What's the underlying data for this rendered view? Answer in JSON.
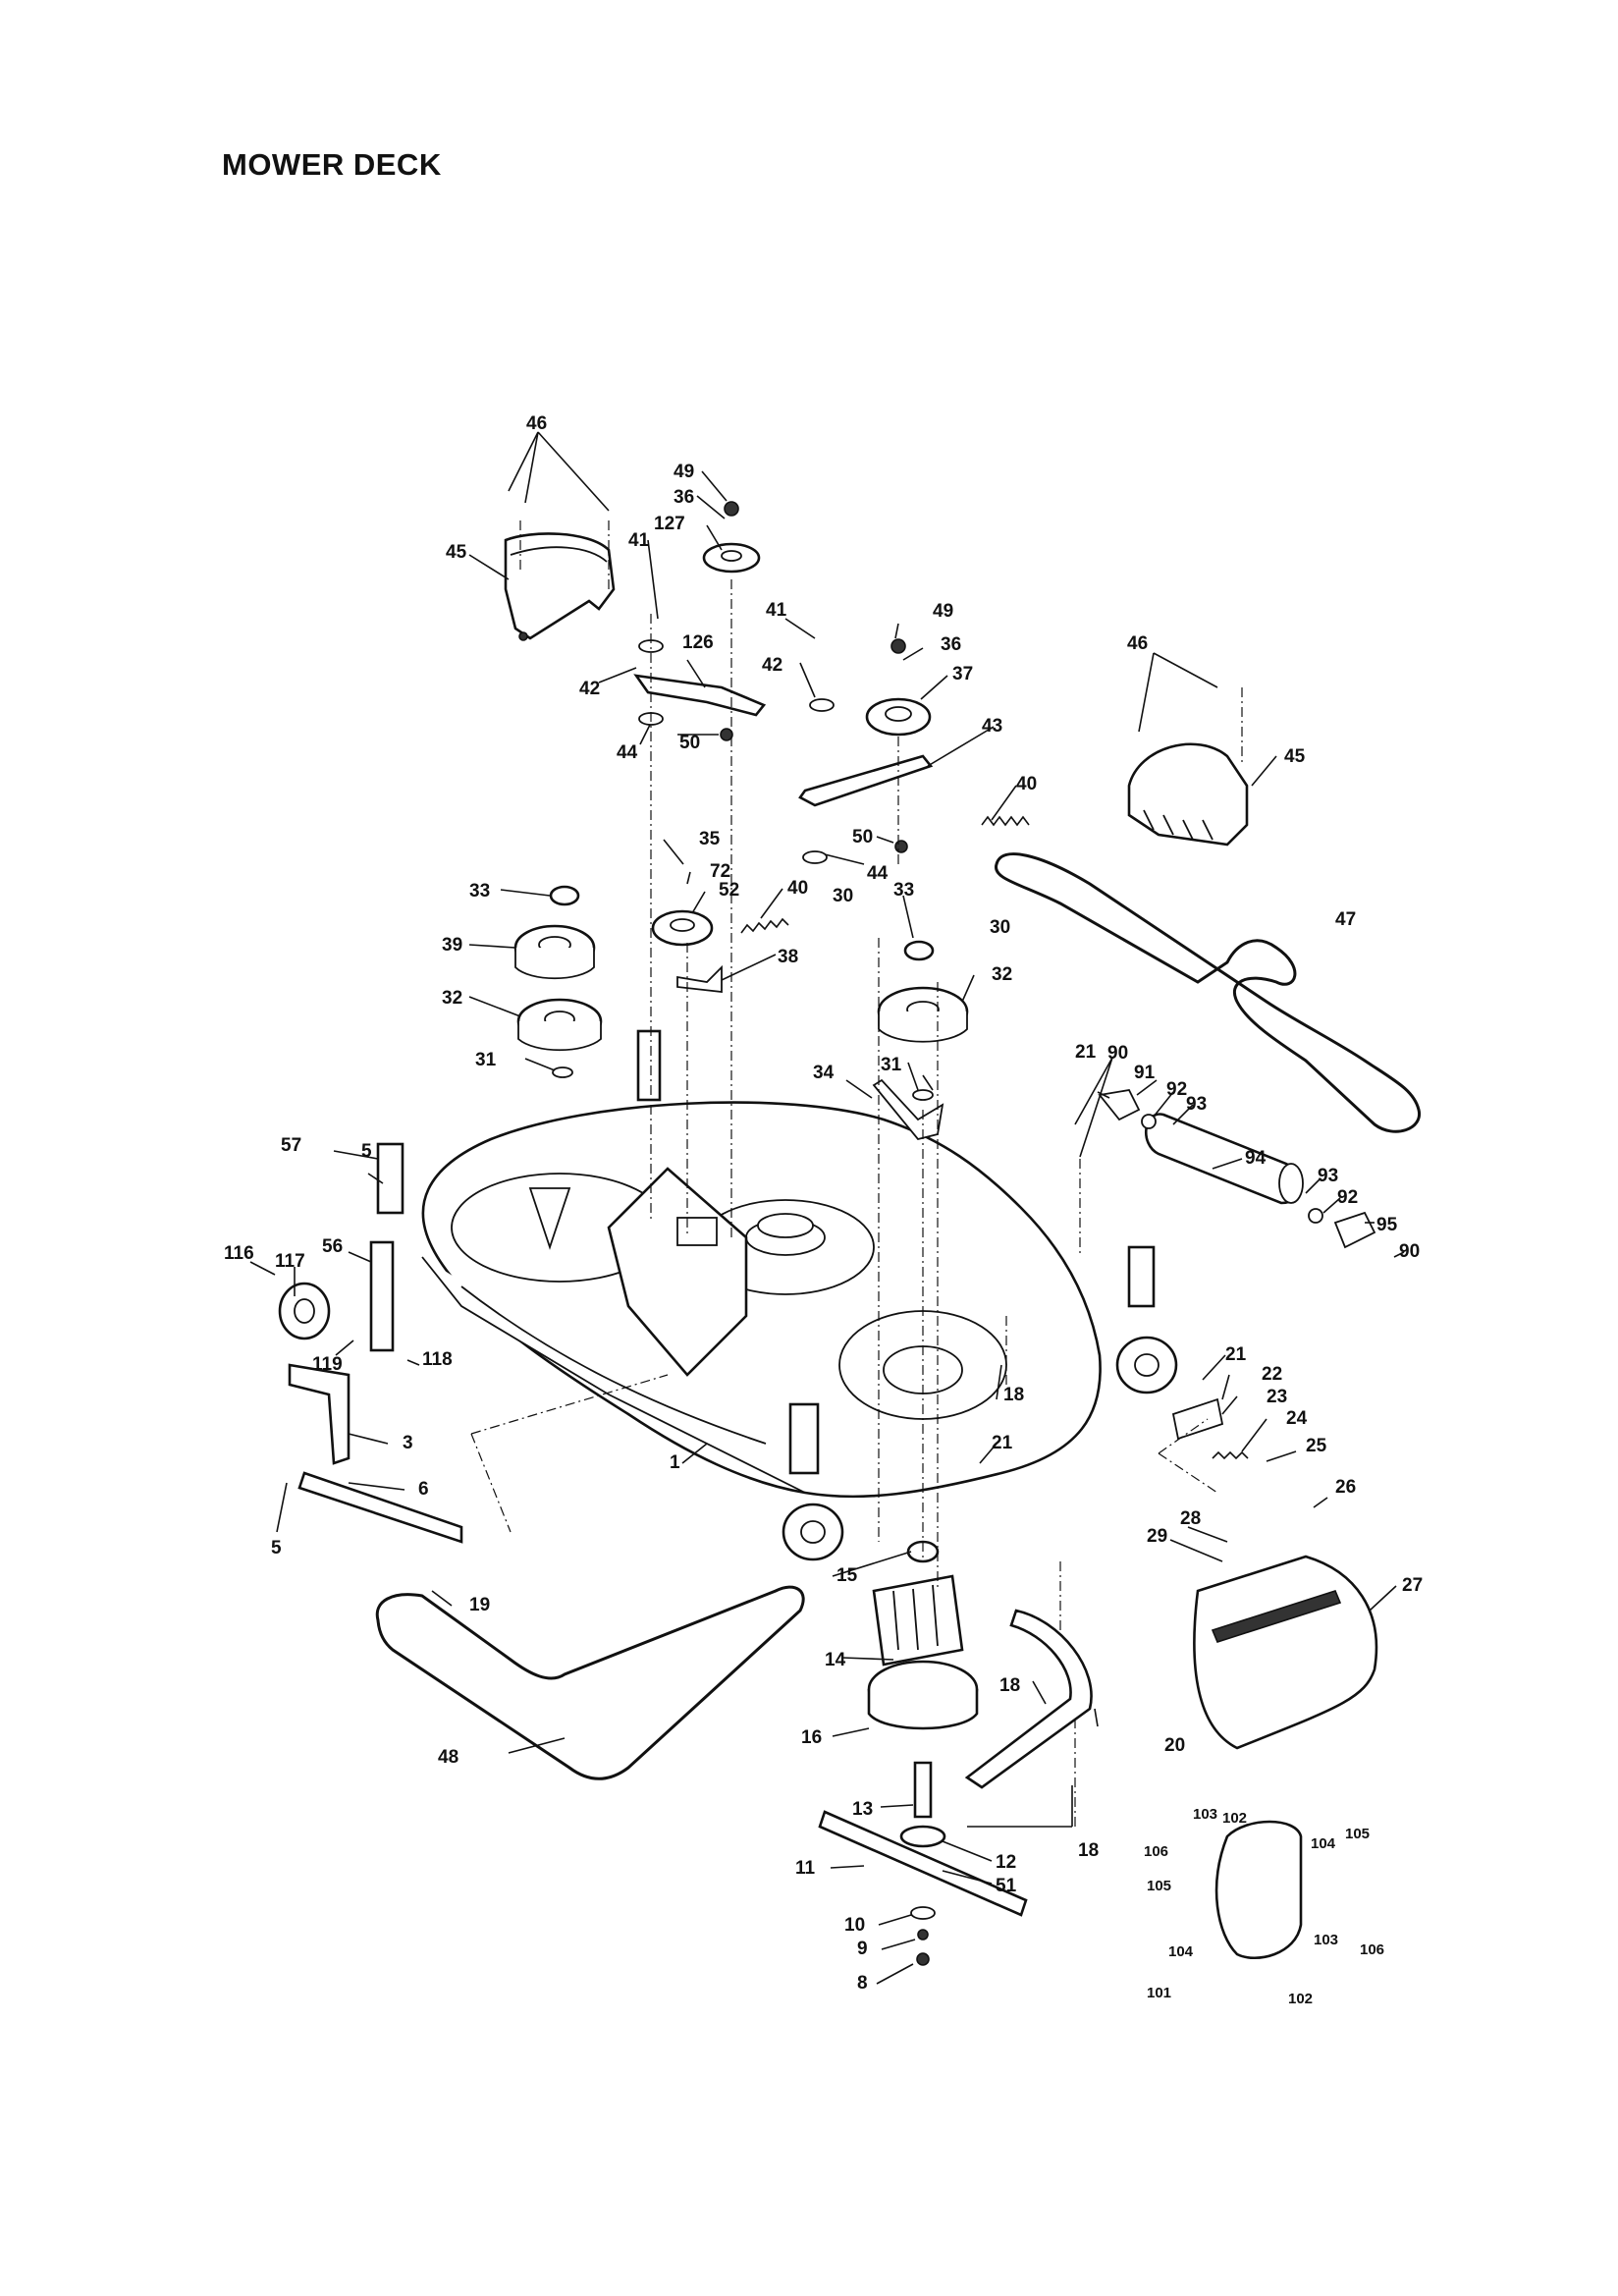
{
  "title": "MOWER DECK",
  "callouts": {
    "c1": "1",
    "c3": "3",
    "c5a": "5",
    "c5b": "5",
    "c6": "6",
    "c8": "8",
    "c9": "9",
    "c10": "10",
    "c11": "11",
    "c12": "12",
    "c13": "13",
    "c14": "14",
    "c15": "15",
    "c16": "16",
    "c18a": "18",
    "c18b": "18",
    "c18c": "18",
    "c19": "19",
    "c20": "20",
    "c21a": "21",
    "c21b": "21",
    "c21c": "21",
    "c22": "22",
    "c23": "23",
    "c24": "24",
    "c25": "25",
    "c26": "26",
    "c27": "27",
    "c28": "28",
    "c29": "29",
    "c30a": "30",
    "c30b": "30",
    "c31a": "31",
    "c31b": "31",
    "c32a": "32",
    "c32b": "32",
    "c33a": "33",
    "c33b": "33",
    "c34": "34",
    "c35": "35",
    "c36a": "36",
    "c36b": "36",
    "c37": "37",
    "c38": "38",
    "c39": "39",
    "c40a": "40",
    "c40b": "40",
    "c41a": "41",
    "c41b": "41",
    "c42a": "42",
    "c42b": "42",
    "c43": "43",
    "c44a": "44",
    "c44b": "44",
    "c45a": "45",
    "c45b": "45",
    "c46a": "46",
    "c46b": "46",
    "c47": "47",
    "c48": "48",
    "c49a": "49",
    "c49b": "49",
    "c50a": "50",
    "c50b": "50",
    "c51": "51",
    "c52": "52",
    "c56": "56",
    "c57": "57",
    "c72": "72",
    "c90a": "90",
    "c90b": "90",
    "c91": "91",
    "c92a": "92",
    "c92b": "92",
    "c93a": "93",
    "c93b": "93",
    "c94": "94",
    "c95": "95",
    "c101": "101",
    "c102a": "102",
    "c102b": "102",
    "c103a": "103",
    "c103b": "103",
    "c104a": "104",
    "c104b": "104",
    "c105a": "105",
    "c105b": "105",
    "c106a": "106",
    "c106b": "106",
    "c116": "116",
    "c117": "117",
    "c118": "118",
    "c119": "119",
    "c126": "126",
    "c127": "127"
  }
}
